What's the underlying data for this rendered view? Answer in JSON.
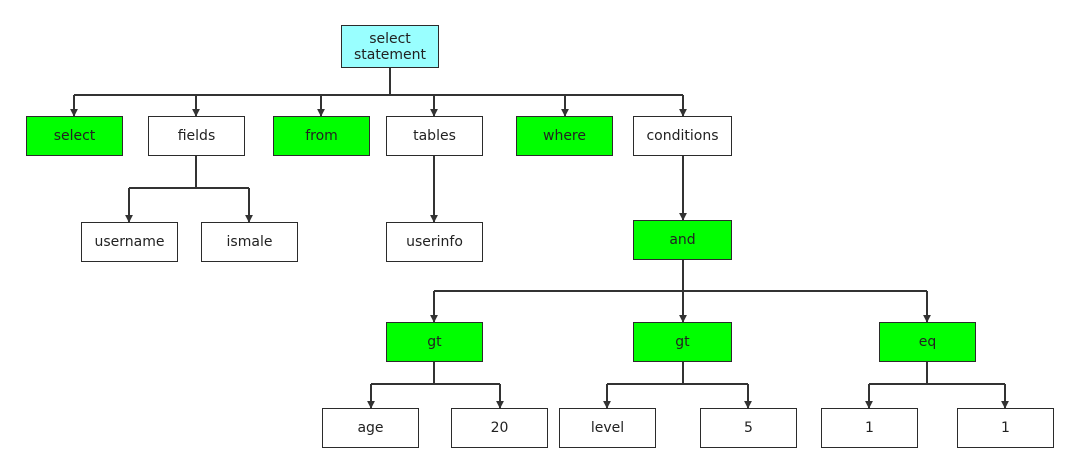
{
  "colors": {
    "keyword": "#00ff00",
    "root": "#99ffff",
    "plain": "#ffffff",
    "line": "#333333"
  },
  "root": {
    "label": "select\nstatement"
  },
  "statement": {
    "select": "select",
    "fields": "fields",
    "from": "from",
    "tables": "tables",
    "where": "where",
    "conditions": "conditions"
  },
  "fields": {
    "username": "username",
    "ismale": "ismale"
  },
  "tables": {
    "userinfo": "userinfo"
  },
  "conditions": {
    "and": "and",
    "gt1": {
      "op": "gt",
      "left": "age",
      "right": "20"
    },
    "gt2": {
      "op": "gt",
      "left": "level",
      "right": "5"
    },
    "eq": {
      "op": "eq",
      "left": "1",
      "right": "1"
    }
  }
}
